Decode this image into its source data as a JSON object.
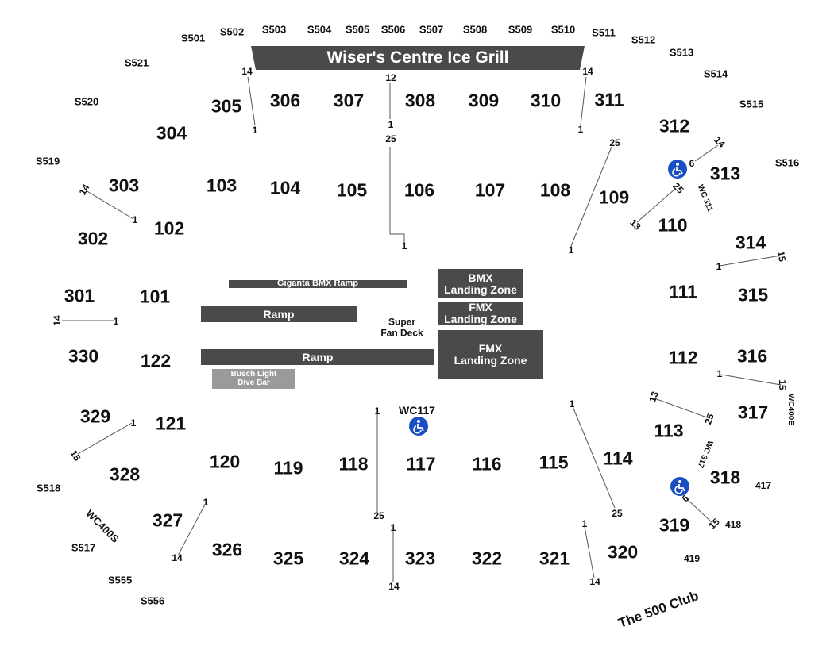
{
  "stage": {
    "title": "Wiser's Centre Ice Grill",
    "areas": {
      "gigante": "Giganta BMX Ramp",
      "ramp_upper": "Ramp",
      "ramp_lower": "Ramp",
      "bmx_landing": "BMX\nLanding Zone",
      "fmx_landing_small": "FMX\nLanding Zone",
      "fmx_landing_big": "FMX\nLanding Zone",
      "super_fan": "Super\nFan Deck",
      "busch": "Busch Light\nDive Bar"
    }
  },
  "club": "The 500 Club",
  "sections_100": [
    "101",
    "102",
    "103",
    "104",
    "105",
    "106",
    "107",
    "108",
    "109",
    "110",
    "111",
    "112",
    "113",
    "114",
    "115",
    "116",
    "117",
    "118",
    "119",
    "120",
    "121",
    "122"
  ],
  "sections_300": [
    "301",
    "302",
    "303",
    "304",
    "305",
    "306",
    "307",
    "308",
    "309",
    "310",
    "311",
    "312",
    "313",
    "314",
    "315",
    "316",
    "317",
    "318",
    "319",
    "320",
    "321",
    "322",
    "323",
    "324",
    "325",
    "326",
    "327",
    "328",
    "329",
    "330"
  ],
  "sections_400": [
    "417",
    "418",
    "419"
  ],
  "suites": [
    "S501",
    "S502",
    "S503",
    "S504",
    "S505",
    "S506",
    "S507",
    "S508",
    "S509",
    "S510",
    "S511",
    "S512",
    "S513",
    "S514",
    "S515",
    "S516",
    "S517",
    "S518",
    "S519",
    "S520",
    "S521",
    "S555",
    "S556"
  ],
  "wheelchair_labels": {
    "wc117": "WC117",
    "wc311": "WC 311",
    "wc317": "WC 317",
    "wc400e": "WC400E",
    "wc400s": "WC400S"
  },
  "row_numbers": {
    "r305_top": "14",
    "r305_bot": "1",
    "r306_top": "12",
    "r306_bot": "1",
    "r105_top": "25",
    "r105_bot": "1",
    "r311_top": "14",
    "r311_bot": "1",
    "r109_top": "25",
    "r109_bot": "1",
    "r313_a": "14",
    "r313_b": "6",
    "r110_a": "25",
    "r110_b": "13",
    "r303_a": "14",
    "r303_b": "1",
    "r314_a": "15",
    "r314_b": "1",
    "r301_a": "14",
    "r301_b": "1",
    "r316_a": "1",
    "r316_b": "15",
    "r329_a": "1",
    "r329_b": "15",
    "r113_a": "13",
    "r113_b": "25",
    "r118_a": "1",
    "r118_b": "25",
    "r114_a": "1",
    "r114_b": "25",
    "r327_a": "1",
    "r327_b": "14",
    "r319_a": "6",
    "r319_b": "15",
    "r323_a": "1",
    "r323_b": "14",
    "r320_a": "1",
    "r320_b": "14"
  },
  "colors": {
    "stage_box": "#4a4a4a",
    "dive_bar": "#9a9a9a",
    "accessible": "#1a4fc4"
  }
}
